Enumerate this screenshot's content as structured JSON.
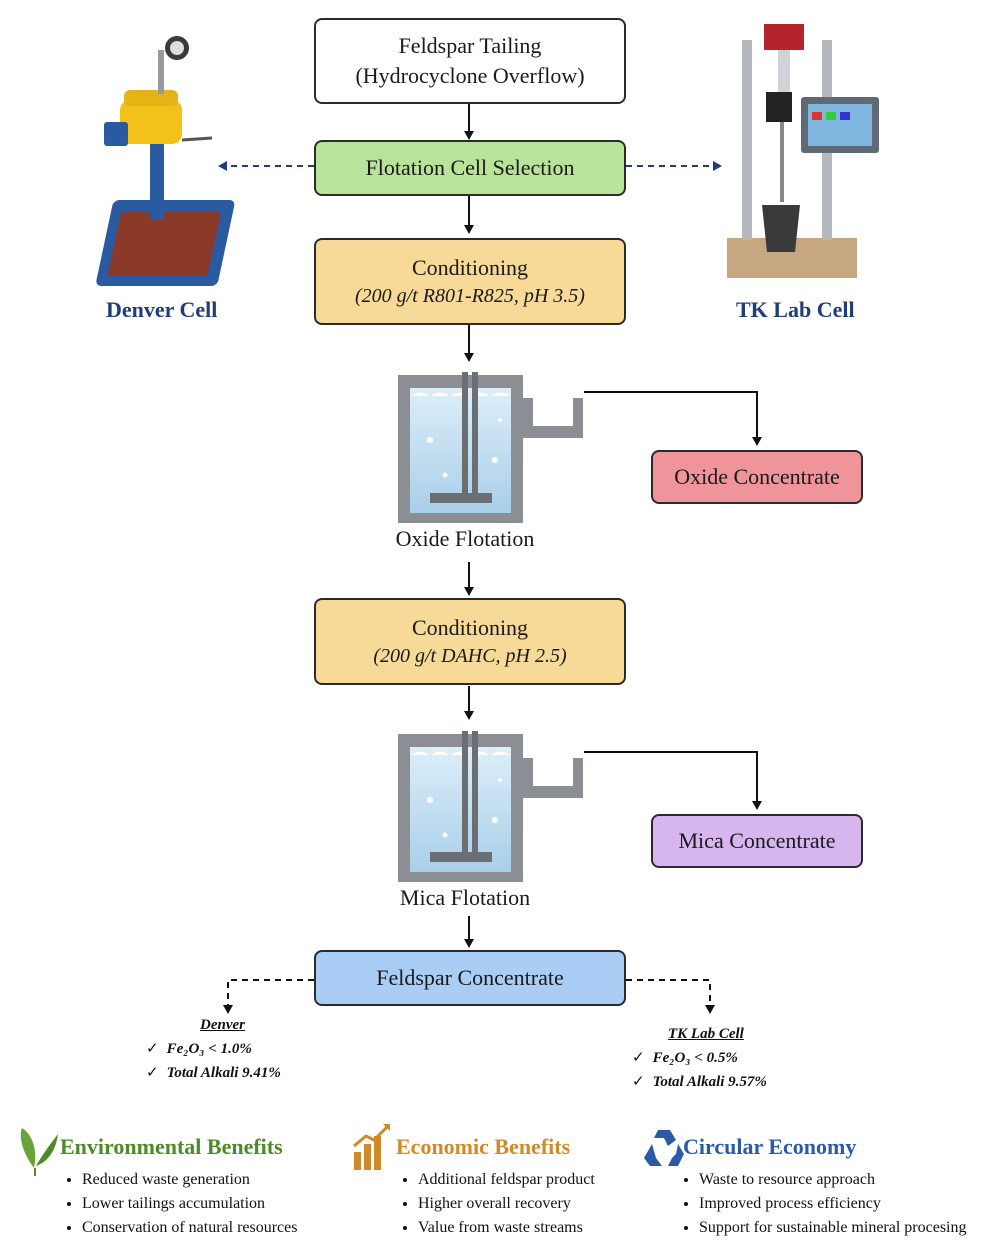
{
  "flow": {
    "feed": {
      "line1": "Feldspar Tailing",
      "line2": "(Hydrocyclone Overflow)"
    },
    "selection": "Flotation Cell Selection",
    "conditioning1": {
      "title": "Conditioning",
      "detail": "(200 g/t R801-R825, pH 3.5)"
    },
    "oxide_flotation": "Oxide Flotation",
    "oxide_concentrate": "Oxide Concentrate",
    "conditioning2": {
      "title": "Conditioning",
      "detail": "(200 g/t DAHC, pH 2.5)"
    },
    "mica_flotation": "Mica Flotation",
    "mica_concentrate": "Mica Concentrate",
    "feldspar_concentrate": "Feldspar Concentrate"
  },
  "cells": {
    "denver": "Denver Cell",
    "tk": "TK Lab Cell"
  },
  "results": {
    "denver": {
      "header": "Denver",
      "fe": "Fe₂O₃ < 1.0%",
      "alkali": "Total Alkali 9.41%"
    },
    "tk": {
      "header": "TK Lab Cell",
      "fe": "Fe₂O₃ < 0.5%",
      "alkali": "Total Alkali 9.57%"
    }
  },
  "check_mark": "✓",
  "benefits": {
    "environmental": {
      "title": "Environmental Benefits",
      "color": "#4f8a2a",
      "icon": "leaf-icon",
      "items": [
        "Reduced waste generation",
        "Lower tailings accumulation",
        "Conservation of natural resources"
      ]
    },
    "economic": {
      "title": "Economic Benefits",
      "color": "#d08a2a",
      "icon": "bar-chart-icon",
      "items": [
        "Additional feldspar product",
        "Higher overall recovery",
        "Value from waste streams"
      ]
    },
    "circular": {
      "title": "Circular Economy",
      "color": "#2a5aa8",
      "icon": "recycle-icon",
      "items": [
        "Waste to resource approach",
        "Improved process efficiency",
        "Support for sustainable mineral procesing"
      ]
    }
  },
  "colors": {
    "green_box": "#b9e39a",
    "yellow_box": "#f7d998",
    "red_box": "#f0949c",
    "purple_box": "#d7b6f0",
    "blue_box": "#a9cdf4",
    "cell_label": "#1f3d7a"
  }
}
